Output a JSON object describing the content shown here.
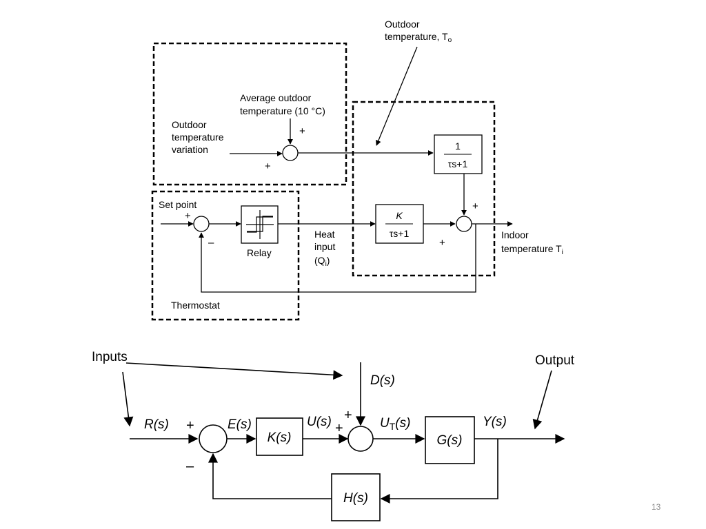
{
  "top": {
    "outdoor_temp_label": [
      "Outdoor",
      "temperature, T"
    ],
    "outdoor_temp_sub": "o",
    "avg_outdoor_label": [
      "Average outdoor",
      "temperature (10 °C)"
    ],
    "variation_label": [
      "Outdoor",
      "temperature",
      "variation"
    ],
    "set_point_label": "Set point",
    "relay_label": "Relay",
    "thermostat_label": "Thermostat",
    "heat_input_label": [
      "Heat",
      "input",
      "(Q"
    ],
    "heat_input_sub": "i",
    "heat_input_close": ")",
    "indoor_temp_label": [
      "Indoor",
      "temperature T"
    ],
    "indoor_temp_sub": "i",
    "block1": {
      "numerator": "1",
      "denominator": "τs+1"
    },
    "block2": {
      "numerator": "K",
      "denominator": "τs+1"
    },
    "signs": {
      "plus": "+",
      "minus": "–"
    }
  },
  "bottom": {
    "inputs_label": "Inputs",
    "output_label": "Output",
    "R": "R(s)",
    "E": "E(s)",
    "U": "U(s)",
    "UT_main": "U",
    "UT_sub": "T",
    "UT_tail": "(s)",
    "Y": "Y(s)",
    "D": "D(s)",
    "K": "K(s)",
    "G": "G(s)",
    "H": "H(s)",
    "signs": {
      "plus": "+",
      "minus": "–"
    }
  },
  "page_number": "13"
}
